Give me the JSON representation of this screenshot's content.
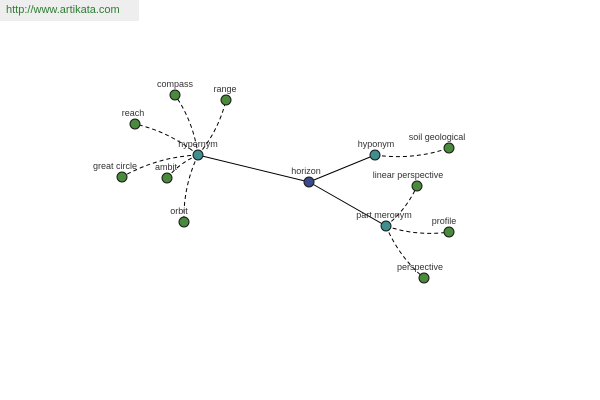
{
  "banner": {
    "url": "http://www.artikata.com"
  },
  "colors": {
    "center": "#3c4a8c",
    "relation": "#3f8f8f",
    "term": "#4a8a3c",
    "banner_bg": "#eeeeee",
    "banner_text": "#2e7d32"
  },
  "graph": {
    "center": {
      "label": "horizon"
    },
    "relations": [
      {
        "id": "hypernym",
        "label": "hypernym"
      },
      {
        "id": "hyponym",
        "label": "hyponym"
      },
      {
        "id": "part-meronym",
        "label": "part meronym"
      }
    ],
    "terms": [
      {
        "id": "compass",
        "label": "compass",
        "relation": "hypernym"
      },
      {
        "id": "range",
        "label": "range",
        "relation": "hypernym"
      },
      {
        "id": "reach",
        "label": "reach",
        "relation": "hypernym"
      },
      {
        "id": "great-circle",
        "label": "great circle",
        "relation": "hypernym"
      },
      {
        "id": "ambit",
        "label": "ambit",
        "relation": "hypernym"
      },
      {
        "id": "orbit",
        "label": "orbit",
        "relation": "hypernym"
      },
      {
        "id": "soil-geological",
        "label": "soil geological",
        "relation": "hyponym"
      },
      {
        "id": "linear-perspective",
        "label": "linear perspective",
        "relation": "part-meronym"
      },
      {
        "id": "profile",
        "label": "profile",
        "relation": "part-meronym"
      },
      {
        "id": "perspective",
        "label": "perspective",
        "relation": "part-meronym"
      }
    ]
  }
}
